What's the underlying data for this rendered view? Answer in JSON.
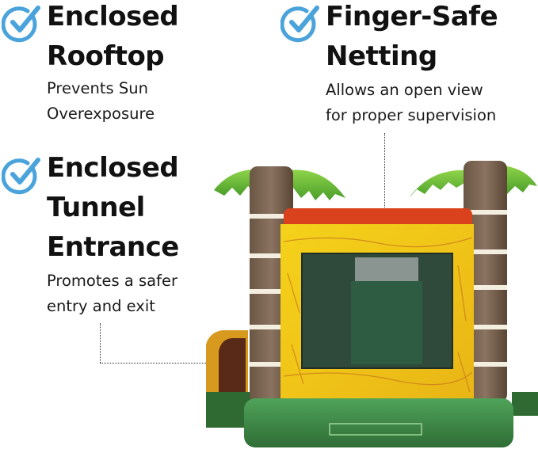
{
  "features": [
    {
      "icon": "check-circle-icon",
      "title_lines": [
        "Enclosed",
        "Rooftop"
      ],
      "description_lines": [
        "Prevents Sun",
        "Overexposure"
      ]
    },
    {
      "icon": "check-circle-icon",
      "title_lines": [
        "Finger-Safe",
        "Netting"
      ],
      "description_lines": [
        "Allows an open view",
        "for proper supervision"
      ]
    },
    {
      "icon": "check-circle-icon",
      "title_lines": [
        "Enclosed",
        "Tunnel",
        "Entrance"
      ],
      "description_lines": [
        "Promotes a safer",
        "entry and exit"
      ]
    }
  ],
  "colors": {
    "check_icon": "#4aa3db",
    "title_text": "#111111",
    "body_text": "#1a1a1a",
    "leader_line": "#333333"
  },
  "product_image": "tropical palm tree inflatable bounce house with tunnel entrance"
}
